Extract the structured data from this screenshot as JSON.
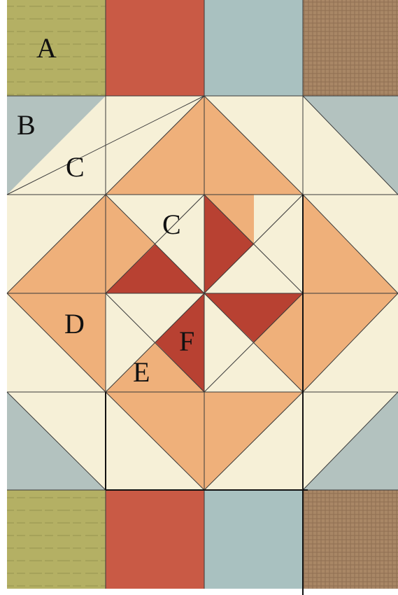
{
  "labels": {
    "a": "A",
    "b": "B",
    "c_top": "C",
    "c_center": "C",
    "d": "D",
    "e": "E",
    "f": "F"
  },
  "colors": {
    "cream": "#f6f0d7",
    "green_print": "#b4b064",
    "red_print": "#c95a45",
    "blue_print": "#a9c1c0",
    "brown_plaid": "#a98766",
    "blue_gray": "#b3c2bf",
    "orange_floral": "#efb07a",
    "dark_red": "#b84132",
    "seam": "#3a3a3a"
  }
}
